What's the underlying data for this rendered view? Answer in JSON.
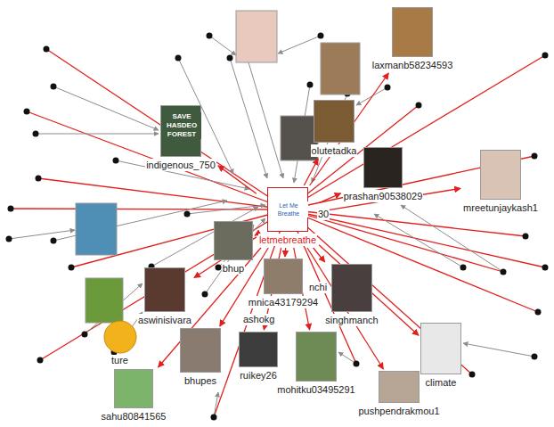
{
  "diagram": {
    "nodes": [
      {
        "text": [
          "laxmanb58234593"
        ]
      },
      {
        "text": [
          "indigenous_750"
        ]
      },
      {
        "text": [
          "olutetadka"
        ]
      },
      {
        "text": [
          "prashan90538029"
        ]
      },
      {
        "text": [
          "mreetunjaykash1"
        ]
      },
      {
        "text": [
          "letmebreathe"
        ]
      },
      {
        "text": [
          "bhup"
        ]
      },
      {
        "text": [
          "aswinisivara"
        ]
      },
      {
        "text": [
          "mnica43179294"
        ]
      },
      {
        "text": [
          "singhmanch"
        ]
      },
      {
        "text": [
          "climate"
        ]
      },
      {
        "text": [
          "bhupes"
        ]
      },
      {
        "text": [
          "ruikey26"
        ]
      },
      {
        "text": [
          "mohitku03495291"
        ]
      },
      {
        "text": [
          "pushpendrakmou1"
        ]
      },
      {
        "text": [
          "sahu80841565"
        ]
      }
    ],
    "edges": [
      {
        "from": 5,
        "to": 0,
        "arrow": "to"
      },
      {
        "from": 5,
        "to": 1,
        "arrow": "to"
      },
      {
        "from": 5,
        "to": 2,
        "arrow": "to"
      },
      {
        "from": 5,
        "to": 3,
        "arrow": "to"
      },
      {
        "from": 5,
        "to": 4,
        "arrow": "to"
      },
      {
        "from": 5,
        "to": 6,
        "arrow": "to"
      },
      {
        "from": 5,
        "to": 7,
        "arrow": "to"
      },
      {
        "from": 5,
        "to": 8,
        "arrow": "to"
      },
      {
        "from": 5,
        "to": 9,
        "arrow": "to"
      },
      {
        "from": 5,
        "to": 10,
        "arrow": "to"
      },
      {
        "from": 5,
        "to": 11,
        "arrow": "to"
      },
      {
        "from": 5,
        "to": 12,
        "arrow": "to"
      },
      {
        "from": 5,
        "to": 13,
        "arrow": "to"
      },
      {
        "from": 5,
        "to": 14,
        "arrow": "to"
      },
      {
        "from": 5,
        "to": 15,
        "arrow": "to"
      }
    ],
    "labels": [
      "SAVE HASDEO FOREST",
      "Let Me Breathe",
      "30",
      "nchi",
      "ashokg",
      "ture"
    ]
  }
}
